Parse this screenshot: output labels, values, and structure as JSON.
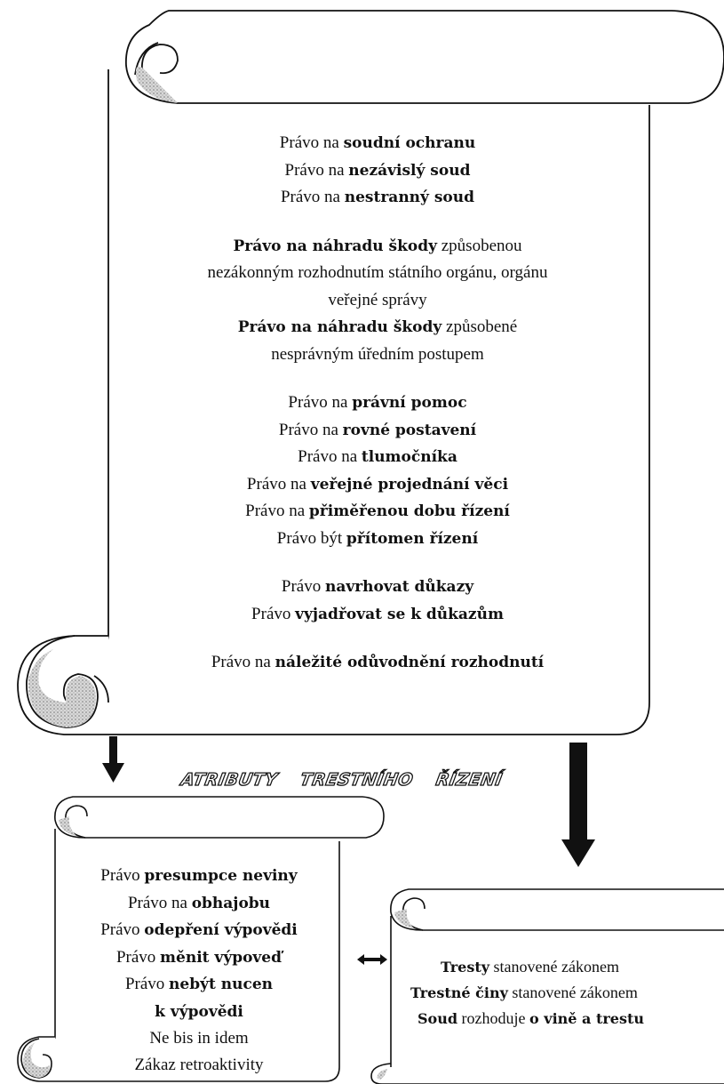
{
  "heading": {
    "words": [
      "ATRIBUTY",
      "TRESTNÍHO",
      "ŘÍZENÍ"
    ]
  },
  "main_scroll": {
    "lines": [
      {
        "prefix": "Právo na ",
        "bold": "soudní ochranu",
        "suffix": ""
      },
      {
        "prefix": "Právo na ",
        "bold": "nezávislý soud",
        "suffix": ""
      },
      {
        "prefix": "Právo na ",
        "bold": "nestranný soud",
        "suffix": ""
      },
      {
        "gap": true
      },
      {
        "prefix": "",
        "bold": "Právo na náhradu škody",
        "suffix": " způsobenou"
      },
      {
        "prefix": "nezákonným rozhodnutím státního orgánu, orgánu",
        "bold": "",
        "suffix": ""
      },
      {
        "prefix": "veřejné správy",
        "bold": "",
        "suffix": ""
      },
      {
        "prefix": "",
        "bold": "Právo na náhradu škody",
        "suffix": " způsobené"
      },
      {
        "prefix": "nesprávným úředním postupem",
        "bold": "",
        "suffix": ""
      },
      {
        "gap": true
      },
      {
        "prefix": "Právo na ",
        "bold": "právní pomoc",
        "suffix": ""
      },
      {
        "prefix": "Právo na ",
        "bold": "rovné postavení",
        "suffix": ""
      },
      {
        "prefix": "Právo na ",
        "bold": "tlumočníka",
        "suffix": ""
      },
      {
        "prefix": "Právo na ",
        "bold": "veřejné projednání věci",
        "suffix": ""
      },
      {
        "prefix": "Právo na ",
        "bold": "přiměřenou dobu řízení",
        "suffix": ""
      },
      {
        "prefix": "Právo být ",
        "bold": "přítomen řízení",
        "suffix": ""
      },
      {
        "gap": true
      },
      {
        "prefix": "Právo  ",
        "bold": "navrhovat důkazy",
        "suffix": ""
      },
      {
        "prefix": "Právo ",
        "bold": "vyjadřovat se k důkazům",
        "suffix": ""
      },
      {
        "gap": true
      },
      {
        "prefix": "Právo na ",
        "bold": "náležité odůvodnění rozhodnutí",
        "suffix": ""
      }
    ]
  },
  "left_scroll": {
    "lines": [
      {
        "prefix": "Právo ",
        "bold": "presumpce neviny",
        "suffix": ""
      },
      {
        "prefix": "Právo na ",
        "bold": "obhajobu",
        "suffix": ""
      },
      {
        "prefix": "Právo ",
        "bold": "odepření výpovědi",
        "suffix": ""
      },
      {
        "prefix": "Právo ",
        "bold": "měnit výpoveď",
        "suffix": ""
      },
      {
        "prefix": "Právo ",
        "bold": "nebýt nucen",
        "suffix": ""
      },
      {
        "prefix": "",
        "bold": "k výpovědi",
        "suffix": ""
      },
      {
        "prefix": "Ne bis in idem",
        "bold": "",
        "suffix": ""
      },
      {
        "prefix": "Zákaz retroaktivity",
        "bold": "",
        "suffix": ""
      }
    ]
  },
  "right_scroll": {
    "lines": [
      {
        "prefix": "",
        "bold": "Tresty",
        "suffix": " stanovené zákonem",
        "indent": 34
      },
      {
        "prefix": "",
        "bold": "Trestné činy",
        "suffix": " stanovené zákonem",
        "indent": 0
      },
      {
        "prefix": "",
        "bold": "Soud",
        "suffix": " rozhoduje ",
        "bold2": "o vině a trestu",
        "indent": 8
      }
    ]
  }
}
